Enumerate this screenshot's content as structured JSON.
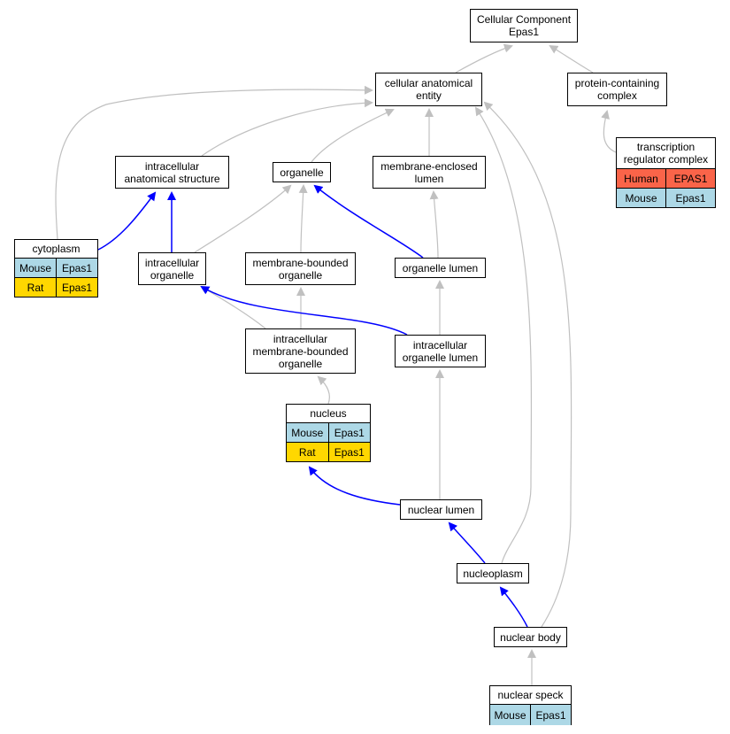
{
  "colors": {
    "is_a_edge": "#c0c0c0",
    "part_of_edge": "#0000ff",
    "Mouse": "#add8e6",
    "Rat": "#ffd700",
    "Human": "#fa6449"
  },
  "nodes": {
    "cellular_component": {
      "lines": [
        "Cellular Component",
        "Epas1"
      ]
    },
    "cellular_anatomical_entity": {
      "lines": [
        "cellular anatomical",
        "entity"
      ]
    },
    "protein_containing_complex": {
      "lines": [
        "protein-containing",
        "complex"
      ]
    },
    "transcription_regulator_complex": {
      "lines": [
        "transcription",
        "regulator complex"
      ],
      "annotations": [
        {
          "species": "Human",
          "gene": "EPAS1"
        },
        {
          "species": "Mouse",
          "gene": "Epas1"
        }
      ]
    },
    "intracellular_anatomical_structure": {
      "lines": [
        "intracellular",
        "anatomical structure"
      ]
    },
    "organelle": {
      "lines": [
        "organelle"
      ]
    },
    "membrane_enclosed_lumen": {
      "lines": [
        "membrane-enclosed",
        "lumen"
      ]
    },
    "cytoplasm": {
      "lines": [
        "cytoplasm"
      ],
      "annotations": [
        {
          "species": "Mouse",
          "gene": "Epas1"
        },
        {
          "species": "Rat",
          "gene": "Epas1"
        }
      ]
    },
    "intracellular_organelle": {
      "lines": [
        "intracellular",
        "organelle"
      ]
    },
    "membrane_bounded_organelle": {
      "lines": [
        "membrane-bounded",
        "organelle"
      ]
    },
    "organelle_lumen": {
      "lines": [
        "organelle lumen"
      ]
    },
    "intracellular_membrane_bounded_organelle": {
      "lines": [
        "intracellular",
        "membrane-bounded",
        "organelle"
      ]
    },
    "intracellular_organelle_lumen": {
      "lines": [
        "intracellular",
        "organelle lumen"
      ]
    },
    "nucleus": {
      "lines": [
        "nucleus"
      ],
      "annotations": [
        {
          "species": "Mouse",
          "gene": "Epas1"
        },
        {
          "species": "Rat",
          "gene": "Epas1"
        }
      ]
    },
    "nuclear_lumen": {
      "lines": [
        "nuclear lumen"
      ]
    },
    "nucleoplasm": {
      "lines": [
        "nucleoplasm"
      ]
    },
    "nuclear_body": {
      "lines": [
        "nuclear body"
      ]
    },
    "nuclear_speck": {
      "lines": [
        "nuclear speck"
      ],
      "annotations": [
        {
          "species": "Mouse",
          "gene": "Epas1"
        }
      ]
    }
  },
  "edges": [
    {
      "from": "cellular_anatomical_entity",
      "to": "cellular_component",
      "type": "is_a"
    },
    {
      "from": "protein_containing_complex",
      "to": "cellular_component",
      "type": "is_a"
    },
    {
      "from": "transcription_regulator_complex",
      "to": "protein_containing_complex",
      "type": "is_a"
    },
    {
      "from": "intracellular_anatomical_structure",
      "to": "cellular_anatomical_entity",
      "type": "is_a"
    },
    {
      "from": "organelle",
      "to": "cellular_anatomical_entity",
      "type": "is_a"
    },
    {
      "from": "membrane_enclosed_lumen",
      "to": "cellular_anatomical_entity",
      "type": "is_a"
    },
    {
      "from": "cytoplasm",
      "to": "cellular_anatomical_entity",
      "type": "is_a"
    },
    {
      "from": "cytoplasm",
      "to": "intracellular_anatomical_structure",
      "type": "part_of"
    },
    {
      "from": "intracellular_organelle",
      "to": "intracellular_anatomical_structure",
      "type": "part_of"
    },
    {
      "from": "intracellular_organelle",
      "to": "organelle",
      "type": "is_a"
    },
    {
      "from": "membrane_bounded_organelle",
      "to": "organelle",
      "type": "is_a"
    },
    {
      "from": "organelle_lumen",
      "to": "organelle",
      "type": "part_of"
    },
    {
      "from": "organelle_lumen",
      "to": "membrane_enclosed_lumen",
      "type": "is_a"
    },
    {
      "from": "intracellular_membrane_bounded_organelle",
      "to": "intracellular_organelle",
      "type": "is_a"
    },
    {
      "from": "intracellular_membrane_bounded_organelle",
      "to": "membrane_bounded_organelle",
      "type": "is_a"
    },
    {
      "from": "intracellular_organelle_lumen",
      "to": "intracellular_organelle",
      "type": "part_of"
    },
    {
      "from": "intracellular_organelle_lumen",
      "to": "organelle_lumen",
      "type": "is_a"
    },
    {
      "from": "nucleus",
      "to": "intracellular_membrane_bounded_organelle",
      "type": "is_a"
    },
    {
      "from": "nuclear_lumen",
      "to": "nucleus",
      "type": "part_of"
    },
    {
      "from": "nuclear_lumen",
      "to": "intracellular_organelle_lumen",
      "type": "is_a"
    },
    {
      "from": "nucleoplasm",
      "to": "nuclear_lumen",
      "type": "part_of"
    },
    {
      "from": "nucleoplasm",
      "to": "cellular_anatomical_entity",
      "type": "is_a"
    },
    {
      "from": "nuclear_body",
      "to": "nucleoplasm",
      "type": "part_of"
    },
    {
      "from": "nuclear_body",
      "to": "cellular_anatomical_entity",
      "type": "is_a"
    },
    {
      "from": "nuclear_speck",
      "to": "nuclear_body",
      "type": "is_a"
    }
  ]
}
